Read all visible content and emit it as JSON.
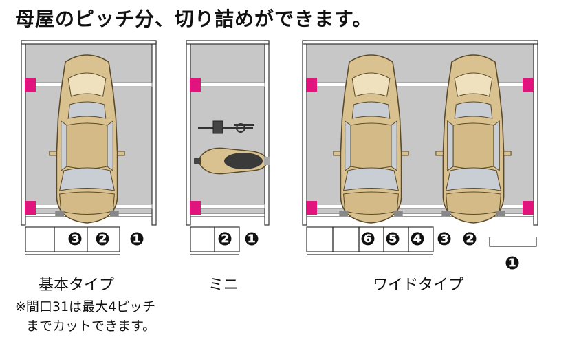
{
  "headline": "母屋のピッチ分、切り詰めができます。",
  "types": {
    "basic": {
      "label": "基本タイプ",
      "numbers": [
        "❸",
        "❷",
        "❶"
      ]
    },
    "mini": {
      "label": "ミニ",
      "numbers": [
        "❷",
        "❶"
      ]
    },
    "wide": {
      "label": "ワイドタイプ",
      "numbers": [
        "❻",
        "❺",
        "❹",
        "❸",
        "❷",
        "❶"
      ]
    }
  },
  "note": {
    "line1": "※間口31は最大4ピッチ",
    "line2": "までカットできます。"
  },
  "colors": {
    "floor": "#c7c7c7",
    "car_body": "#d9c190",
    "car_glass": "#c9ced4",
    "marker": "#e0147c",
    "outline": "#333333"
  }
}
